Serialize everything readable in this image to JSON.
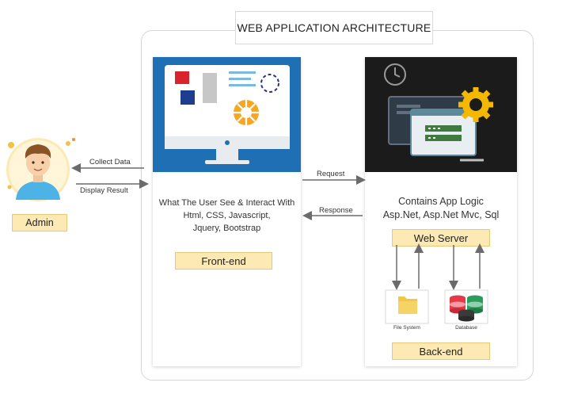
{
  "title": "WEB APPLICATION ARCHITECTURE",
  "admin": {
    "label": "Admin"
  },
  "arrows": {
    "collect_data": "Collect Data",
    "display_result": "Display Result",
    "request": "Request",
    "response": "Response"
  },
  "frontend": {
    "description_lines": [
      "What The User See & Interact With",
      "Html, CSS, Javascript,",
      "Jquery, Bootstrap"
    ],
    "label": "Front-end"
  },
  "backend": {
    "description_lines": [
      "Contains App Logic",
      "Asp.Net, Asp.Net Mvc, Sql"
    ],
    "web_server_label": "Web Server",
    "file_system_label": "File System",
    "database_label": "Database",
    "label": "Back-end"
  },
  "colors": {
    "label_fill": "#fde9b3",
    "monitor_blue": "#1f6fb5",
    "dark_bg": "#1b1b1b",
    "gear_yellow": "#f5b800",
    "arrow_gray": "#6b6b6b"
  }
}
